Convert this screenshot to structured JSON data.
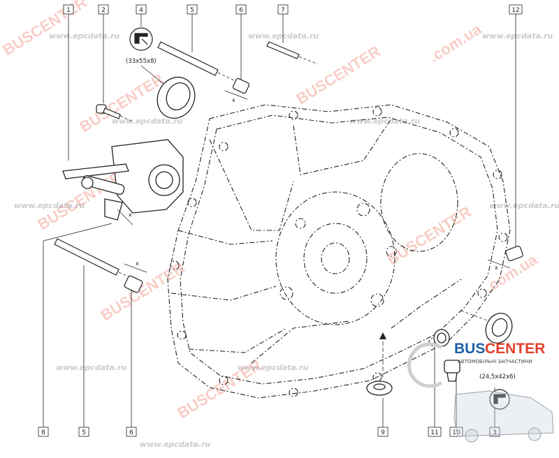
{
  "callouts": {
    "c1": "1",
    "c2": "2",
    "c4": "4",
    "c5_top": "5",
    "c6_top": "6",
    "c7": "7",
    "c12": "12",
    "c8": "8",
    "c5_bottom": "5",
    "c6_bottom": "6",
    "c9": "9",
    "c11": "11",
    "c10": "10",
    "c3": "3"
  },
  "seal_specs": {
    "seal_top": "(33x55x8)",
    "seal_bottom": "(24,5x42x6)"
  },
  "dimension_mark": "x",
  "watermarks": {
    "brand_ru": "BUSCENTER",
    "brand_domain": ".com.ua",
    "site": "www.epcdata.ru"
  },
  "logo": {
    "name_bus": "BUS",
    "name_center": "CENTER",
    "tagline": "АВТОМОБІЛЬНІ ЗАПЧАСТИНИ"
  },
  "colors": {
    "line": "#222222",
    "watermark_red": "#e65032",
    "logo_blue": "#1f5fa8",
    "logo_red": "#e2412c"
  }
}
